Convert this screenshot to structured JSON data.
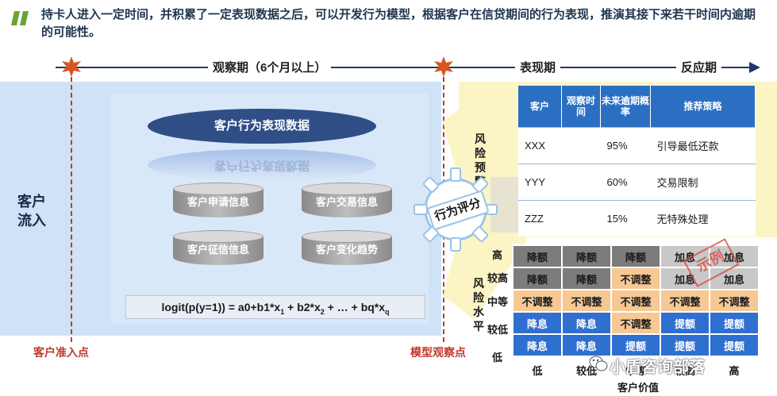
{
  "header": {
    "text": "持卡人进入一定时间，并积累了一定表现数据之后，可以开发行为模型，根据客户在信贷期间的行为表现，推演其接下来若干时间内逾期的可能性。"
  },
  "timeline": {
    "observation": "观察期（6个月以上）",
    "performance": "表现期",
    "response": "反应期"
  },
  "inflow_label": "客户流入",
  "database": {
    "title": "客户行为表现数据",
    "items": [
      "客户申请信息",
      "客户交易信息",
      "客户征信信息",
      "客户变化趋势"
    ]
  },
  "formula": "logit(p(y=1)) = a0+b1*x1 + b2*x2 + … + bq*xq",
  "points": {
    "entry": "客户准入点",
    "observation": "模型观察点"
  },
  "gear_label": "行为评分",
  "risk_alert_label": "风险预警",
  "risk_level_label": "风险水平",
  "strategy_table": {
    "headers": [
      "客户",
      "观察时间",
      "未来逾期概率",
      "推荐策略"
    ],
    "rows": [
      [
        "XXX",
        "",
        "95%",
        "引导最低还款"
      ],
      [
        "YYY",
        "",
        "60%",
        "交易限制"
      ],
      [
        "ZZZ",
        "",
        "15%",
        "无特殊处理"
      ]
    ]
  },
  "matrix": {
    "row_labels": [
      "高",
      "较高",
      "中等",
      "较低",
      "低"
    ],
    "col_labels": [
      "低",
      "较低",
      "中等",
      "较高",
      "高"
    ],
    "x_title": "客户价值",
    "cells": [
      [
        "降额",
        "降额",
        "降额",
        "加息",
        "加息"
      ],
      [
        "降额",
        "降额",
        "不调整",
        "加息",
        "加息"
      ],
      [
        "不调整",
        "不调整",
        "不调整",
        "不调整",
        "不调整"
      ],
      [
        "降息",
        "降息",
        "不调整",
        "提额",
        "提额"
      ],
      [
        "降息",
        "降息",
        "提额",
        "提额",
        "提额"
      ]
    ]
  },
  "stamp": "示例",
  "watermark": "小盾咨询部落"
}
